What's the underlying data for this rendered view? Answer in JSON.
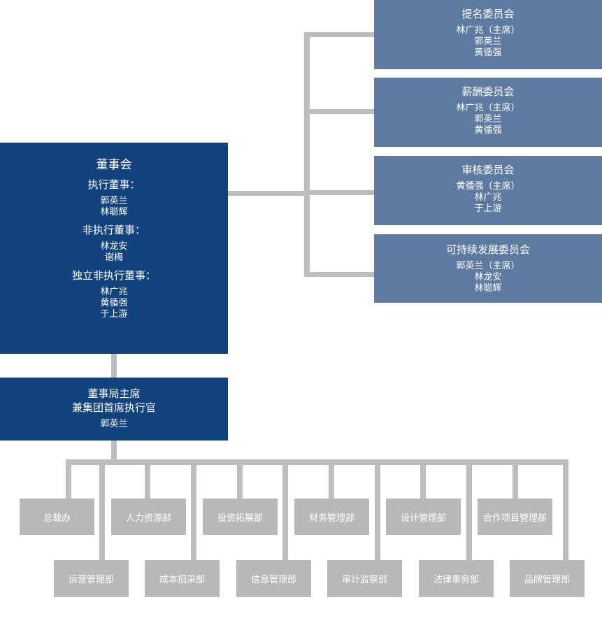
{
  "board": {
    "title": "董事会",
    "groups": [
      {
        "heading": "执行董事：",
        "members": [
          "郭英兰",
          "林聪辉"
        ]
      },
      {
        "heading": "非执行董事：",
        "members": [
          "林龙安",
          "谢梅"
        ]
      },
      {
        "heading": "独立非执行董事：",
        "members": [
          "林广兆",
          "黄循强",
          "于上游"
        ]
      }
    ]
  },
  "chairman": {
    "title_line1": "董事局主席",
    "title_line2": "兼集团首席执行官",
    "name": "郭英兰"
  },
  "committees": [
    {
      "name": "提名委员会",
      "members": [
        "林广兆（主席）",
        "郭英兰",
        "黄循强"
      ]
    },
    {
      "name": "薪酬委员会",
      "members": [
        "林广兆（主席）",
        "郭英兰",
        "黄循强"
      ]
    },
    {
      "name": "审核委员会",
      "members": [
        "黄循强（主席）",
        "林广兆",
        "于上游"
      ]
    },
    {
      "name": "可持续发展委员会",
      "members": [
        "郭英兰（主席）",
        "林龙安",
        "林聪辉"
      ]
    }
  ],
  "departments_top": [
    "总裁办",
    "人力资源部",
    "投资拓展部",
    "财务管理部",
    "设计管理部",
    "合作项目管理部"
  ],
  "departments_bottom": [
    "运营管理部",
    "成本招采部",
    "信息管理部",
    "审计监察部",
    "法律事务部",
    "品牌管理部"
  ],
  "colors": {
    "board": "#13437d",
    "committee": "#5f7aa1",
    "department": "#b8b8b8",
    "connector": "#bdbdbd"
  }
}
